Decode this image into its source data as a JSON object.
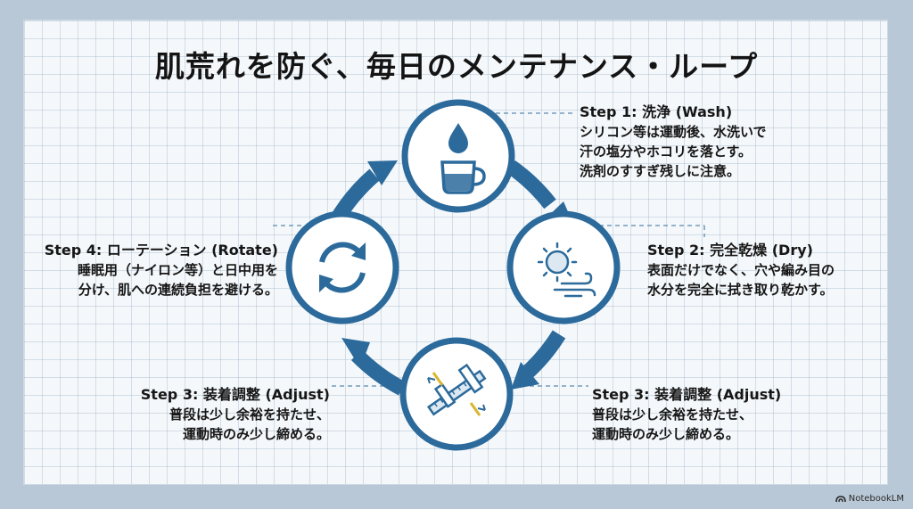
{
  "title": "肌荒れを防ぐ、毎日のメンテナンス・ループ",
  "colors": {
    "primary": "#2b6a9b",
    "circle_fill": "#ffffff",
    "background": "#b9c8d6",
    "board": "#f5f8fb",
    "accent_yellow": "#d9b62f"
  },
  "steps": [
    {
      "heading": "Step 1: 洗浄 (Wash)",
      "lines": [
        "シリコン等は運動後、水洗いで",
        "汗の塩分やホコリを落とす。",
        "洗剤のすすぎ残しに注意。"
      ],
      "icon": "water-drop-cup-icon"
    },
    {
      "heading": "Step 2: 完全乾燥 (Dry)",
      "lines": [
        "表面だけでなく、穴や編み目の",
        "水分を完全に拭き取り乾かす。"
      ],
      "icon": "sun-wind-icon"
    },
    {
      "heading": "Step 3: 装着調整 (Adjust)",
      "lines": [
        "普段は少し余裕を持たせ、",
        "運動時のみ少し締める。"
      ],
      "icon": "caliper-icon"
    },
    {
      "heading": "Step 3: 装着調整 (Adjust)",
      "lines": [
        "普段は少し余裕を持たせ、",
        "運動時のみ少し締める。"
      ]
    },
    {
      "heading": "Step 4: ローテーション (Rotate)",
      "lines": [
        "睡眠用（ナイロン等）と日中用を",
        "分け、肌への連続負担を避ける。"
      ],
      "icon": "rotate-arrows-icon"
    }
  ],
  "watermark": "NotebookLM"
}
